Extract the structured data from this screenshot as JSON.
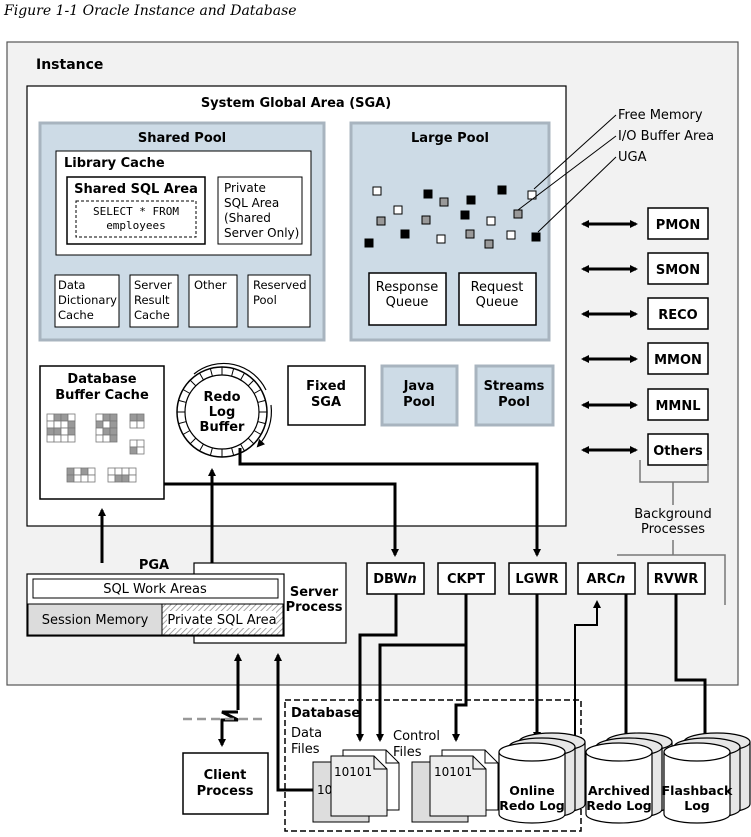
{
  "figure_title": "Figure 1-1 Oracle Instance and Database",
  "instance": "Instance",
  "sga": {
    "title": "System Global Area (SGA)",
    "shared_pool": {
      "title": "Shared Pool",
      "library_cache": "Library Cache",
      "shared_sql_area": "Shared SQL Area",
      "select_l1": "SELECT * FROM",
      "select_l2": "employees",
      "private_sql_l1": "Private",
      "private_sql_l2": "SQL Area",
      "private_sql_l3": "(Shared",
      "private_sql_l4": "Server Only)",
      "ddc_l1": "Data",
      "ddc_l2": "Dictionary",
      "ddc_l3": "Cache",
      "src_l1": "Server",
      "src_l2": "Result",
      "src_l3": "Cache",
      "other": "Other",
      "reserved_l1": "Reserved",
      "reserved_l2": "Pool"
    },
    "large_pool": {
      "title": "Large Pool",
      "response_l1": "Response",
      "response_l2": "Queue",
      "request_l1": "Request",
      "request_l2": "Queue"
    },
    "legend": {
      "free_memory": "Free Memory",
      "io_buffer": "I/O Buffer Area",
      "uga": "UGA"
    },
    "db_buffer_l1": "Database",
    "db_buffer_l2": "Buffer Cache",
    "redo_l1": "Redo",
    "redo_l2": "Log",
    "redo_l3": "Buffer",
    "fixed_l1": "Fixed",
    "fixed_l2": "SGA",
    "java_l1": "Java",
    "java_l2": "Pool",
    "streams_l1": "Streams",
    "streams_l2": "Pool"
  },
  "background": {
    "processes": [
      "PMON",
      "SMON",
      "RECO",
      "MMON",
      "MMNL",
      "Others"
    ],
    "label_l1": "Background",
    "label_l2": "Processes",
    "dbwn": "DBW",
    "ckpt": "CKPT",
    "lgwr": "LGWR",
    "arcn": "ARC",
    "rvwr": "RVWR",
    "n": "n"
  },
  "pga": {
    "title": "PGA",
    "sql_work_areas": "SQL Work Areas",
    "session_memory": "Session Memory",
    "private_sql_area": "Private SQL Area",
    "server_l1": "Server",
    "server_l2": "Process"
  },
  "database": {
    "title": "Database",
    "data_l1": "Data",
    "data_l2": "Files",
    "control_l1": "Control",
    "control_l2": "Files",
    "bits": "10101",
    "bits_short": "10",
    "online_l1": "Online",
    "online_l2": "Redo Log",
    "archived_l1": "Archived",
    "archived_l2": "Redo Log",
    "flashback_l1": "Flashback",
    "flashback_l2": "Log"
  },
  "client_l1": "Client",
  "client_l2": "Process",
  "colors": {
    "pool_fill": "#cddbe6",
    "pool_border": "#a8b4bf",
    "instance_fill": "#f2f2f2",
    "gray": "#999999"
  }
}
